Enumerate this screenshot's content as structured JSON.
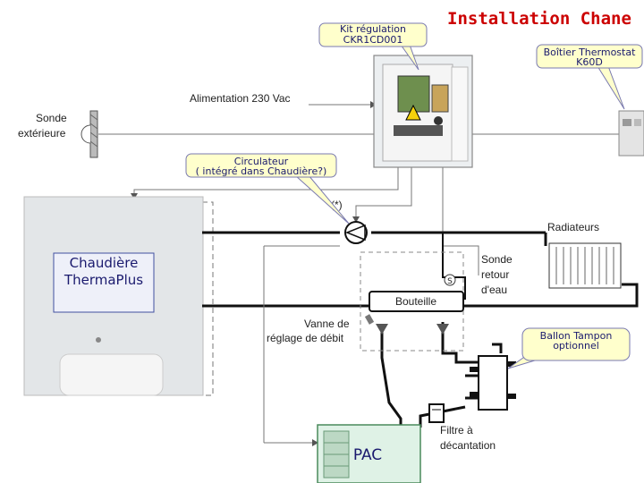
{
  "title": "Installation Chane",
  "callouts": {
    "kit": [
      "Kit régulation",
      "CKR1CD001"
    ],
    "thermostat": [
      "Boîtier Thermostat",
      "K60D"
    ],
    "circulateur": [
      "Circulateur",
      "( intégré dans Chaudière?)"
    ],
    "ballon": [
      "Ballon Tampon",
      "optionnel"
    ]
  },
  "labels": {
    "alimentation": "Alimentation 230 Vac",
    "sonde_ext": [
      "Sonde",
      "extérieure"
    ],
    "asterisk": "(*)",
    "radiateurs": "Radiateurs",
    "sonde_retour": [
      "Sonde",
      "retour",
      "d'eau"
    ],
    "bouteille": "Bouteille",
    "vanne": [
      "Vanne de",
      "réglage de débit"
    ],
    "filtre": [
      "Filtre à",
      "décantation"
    ],
    "s_marker": "S"
  },
  "boxes": {
    "chaudiere": [
      "Chaudière",
      "ThermaPlus"
    ],
    "pac": "PAC"
  }
}
